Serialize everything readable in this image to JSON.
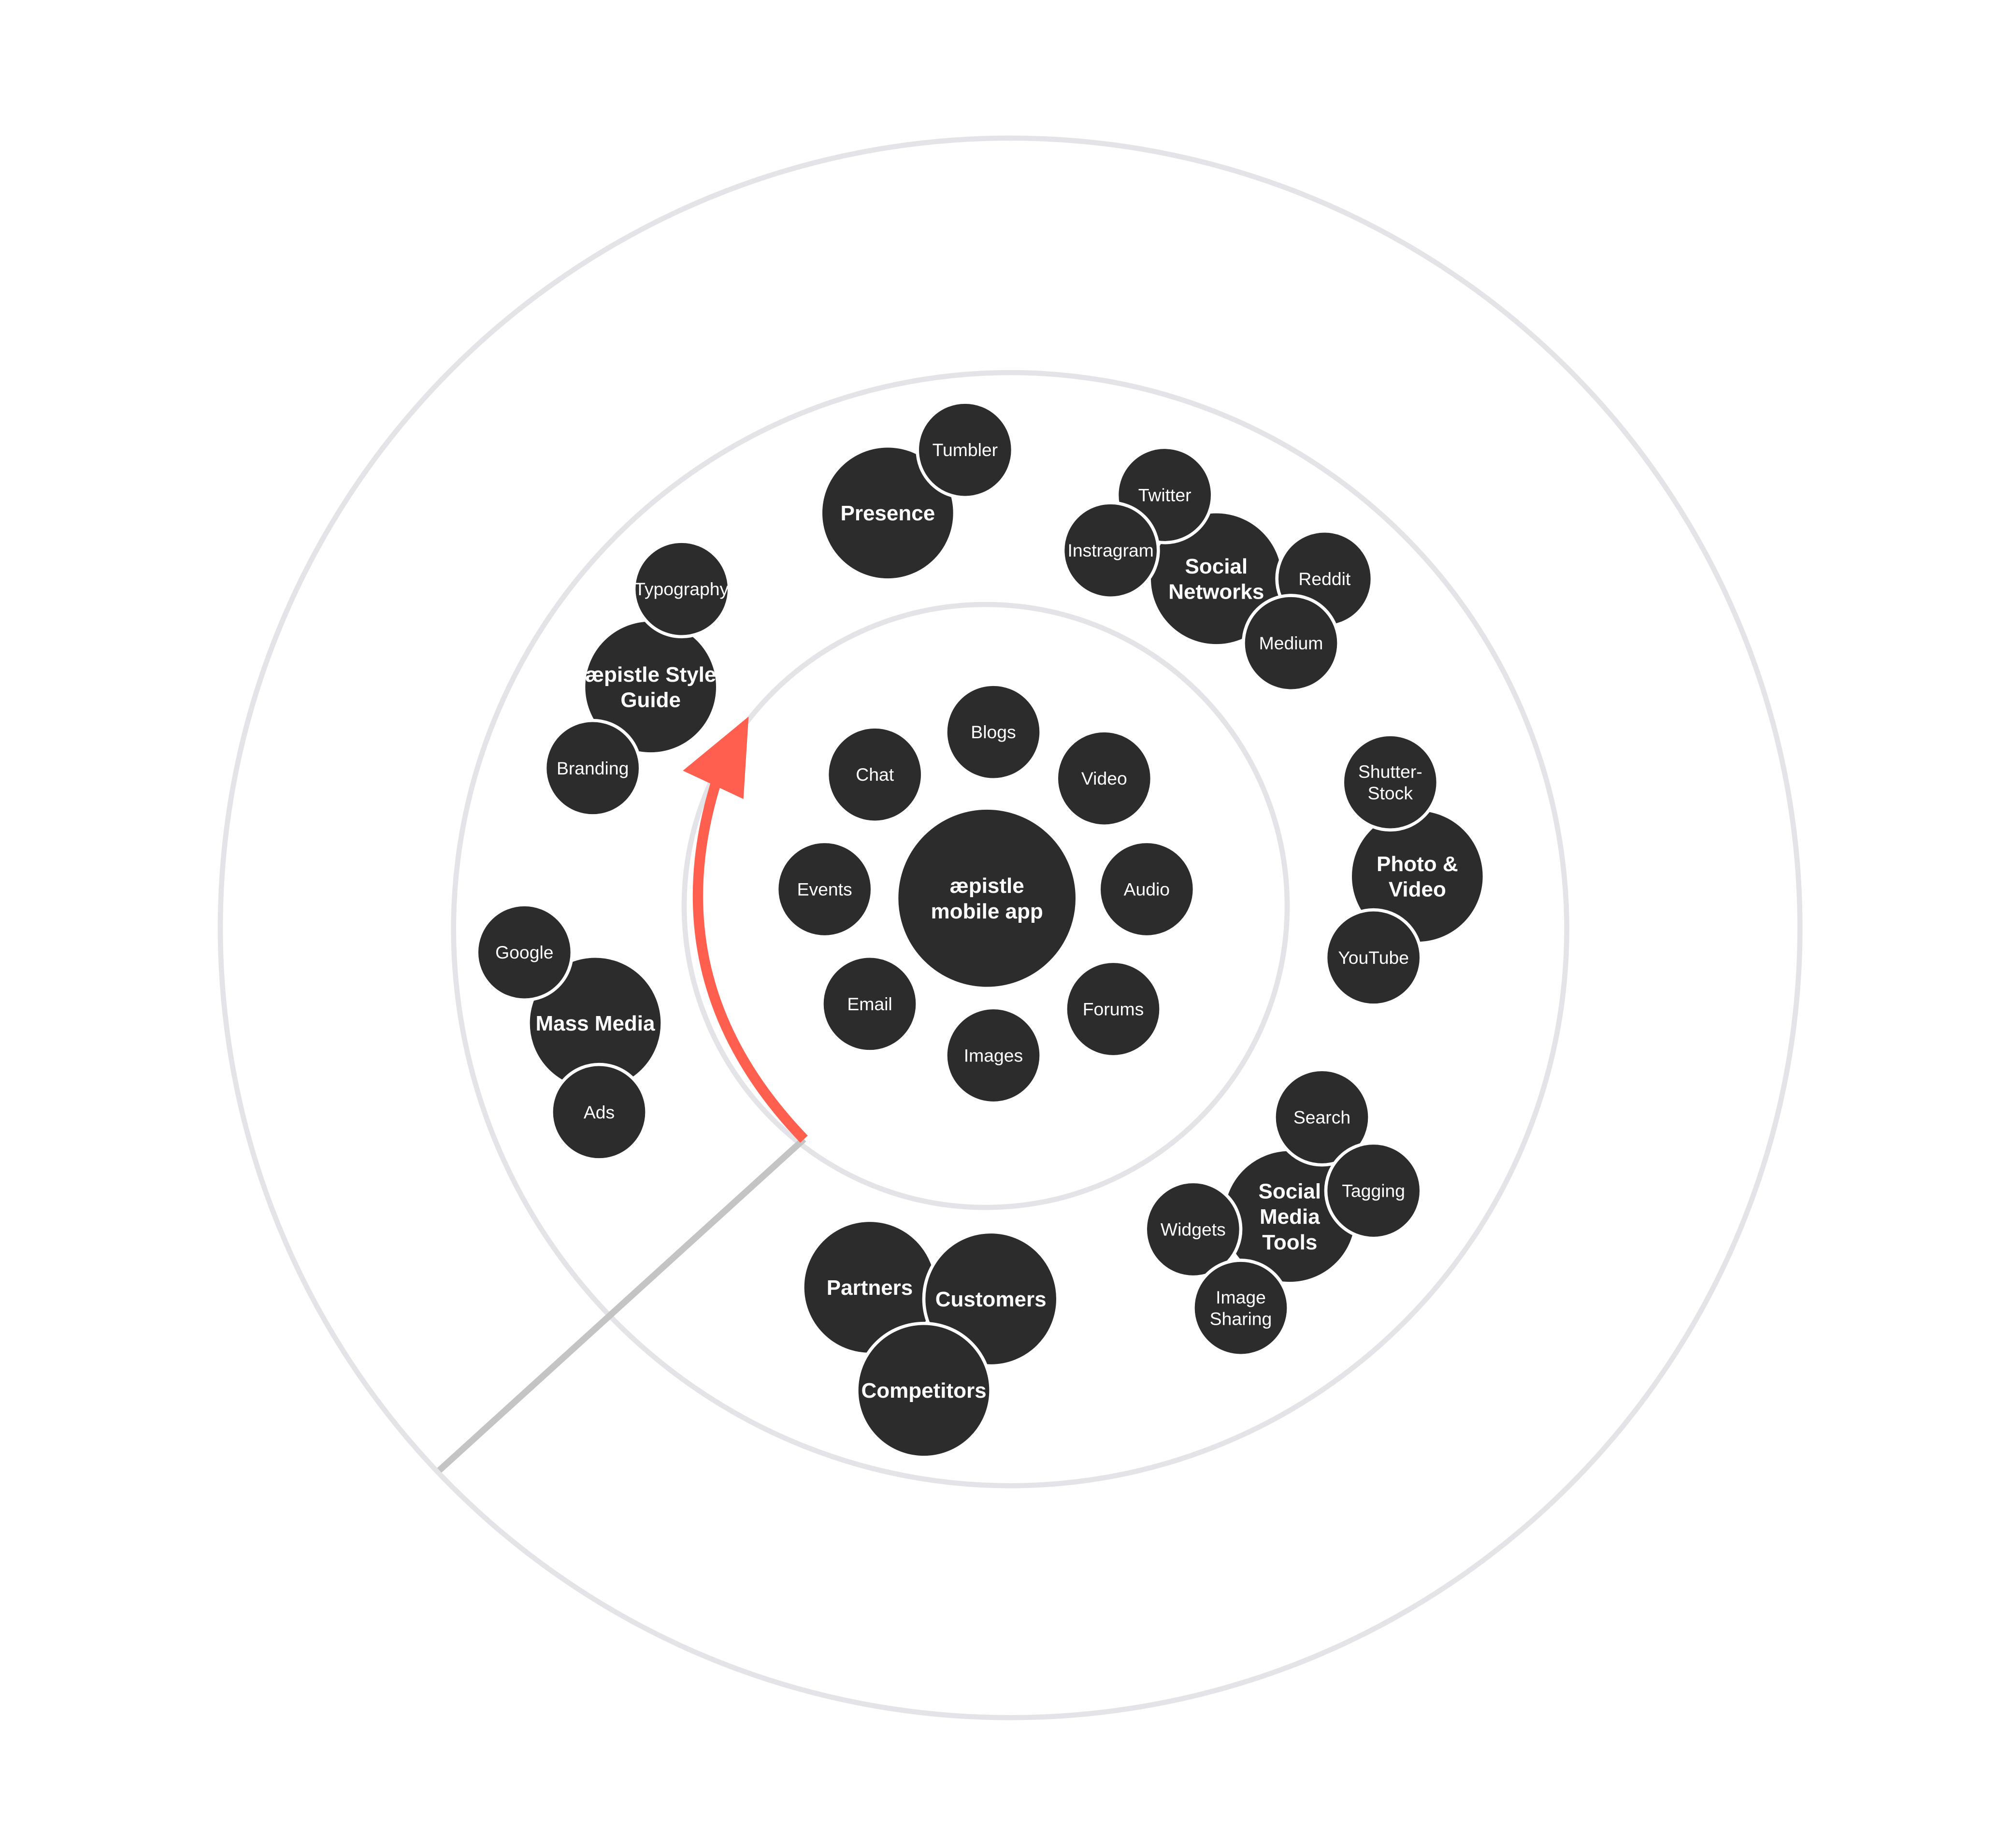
{
  "diagram": {
    "colors": {
      "node": "#2c2c2c",
      "ring": "#e4e4e8",
      "arrow": "#ff5f4f",
      "pointer": "#c4c4c4",
      "label": "#ffffff"
    },
    "nodes": [
      {
        "id": "hub",
        "kind": "hub",
        "lines": [
          "æpistle",
          "mobile app"
        ]
      },
      {
        "id": "blogs",
        "kind": "item",
        "lines": [
          "Blogs"
        ]
      },
      {
        "id": "chat",
        "kind": "item",
        "lines": [
          "Chat"
        ]
      },
      {
        "id": "video",
        "kind": "item",
        "lines": [
          "Video"
        ]
      },
      {
        "id": "events",
        "kind": "item",
        "lines": [
          "Events"
        ]
      },
      {
        "id": "audio",
        "kind": "item",
        "lines": [
          "Audio"
        ]
      },
      {
        "id": "email",
        "kind": "item",
        "lines": [
          "Email"
        ]
      },
      {
        "id": "forums",
        "kind": "item",
        "lines": [
          "Forums"
        ]
      },
      {
        "id": "images",
        "kind": "item",
        "lines": [
          "Images"
        ]
      },
      {
        "id": "presence",
        "kind": "topic",
        "lines": [
          "Presence"
        ]
      },
      {
        "id": "tumbler",
        "kind": "item",
        "lines": [
          "Tumbler"
        ]
      },
      {
        "id": "social-networks",
        "kind": "topic",
        "lines": [
          "Social",
          "Networks"
        ]
      },
      {
        "id": "twitter",
        "kind": "item",
        "lines": [
          "Twitter"
        ]
      },
      {
        "id": "instragram",
        "kind": "item",
        "lines": [
          "Instragram"
        ]
      },
      {
        "id": "reddit",
        "kind": "item",
        "lines": [
          "Reddit"
        ]
      },
      {
        "id": "medium",
        "kind": "item",
        "lines": [
          "Medium"
        ]
      },
      {
        "id": "style-guide",
        "kind": "topic",
        "lines": [
          "æpistle Style",
          "Guide"
        ]
      },
      {
        "id": "typography",
        "kind": "item",
        "lines": [
          "Typography"
        ]
      },
      {
        "id": "branding",
        "kind": "item",
        "lines": [
          "Branding"
        ]
      },
      {
        "id": "photo-video",
        "kind": "topic",
        "lines": [
          "Photo &",
          "Video"
        ]
      },
      {
        "id": "shutterstock",
        "kind": "item",
        "lines": [
          "Shutter-",
          "Stock"
        ]
      },
      {
        "id": "youtube",
        "kind": "item",
        "lines": [
          "YouTube"
        ]
      },
      {
        "id": "mass-media",
        "kind": "topic",
        "lines": [
          "Mass Media"
        ]
      },
      {
        "id": "google",
        "kind": "item",
        "lines": [
          "Google"
        ]
      },
      {
        "id": "ads",
        "kind": "item",
        "lines": [
          "Ads"
        ]
      },
      {
        "id": "social-media-tools",
        "kind": "topic",
        "lines": [
          "Social",
          "Media",
          "Tools"
        ]
      },
      {
        "id": "search",
        "kind": "item",
        "lines": [
          "Search"
        ]
      },
      {
        "id": "tagging",
        "kind": "item",
        "lines": [
          "Tagging"
        ]
      },
      {
        "id": "widgets",
        "kind": "item",
        "lines": [
          "Widgets"
        ]
      },
      {
        "id": "image-sharing",
        "kind": "item",
        "lines": [
          "Image",
          "Sharing"
        ]
      },
      {
        "id": "partners",
        "kind": "topic",
        "lines": [
          "Partners"
        ]
      },
      {
        "id": "customers",
        "kind": "topic",
        "lines": [
          "Customers"
        ]
      },
      {
        "id": "competitors",
        "kind": "topic",
        "lines": [
          "Competitors"
        ]
      }
    ]
  }
}
